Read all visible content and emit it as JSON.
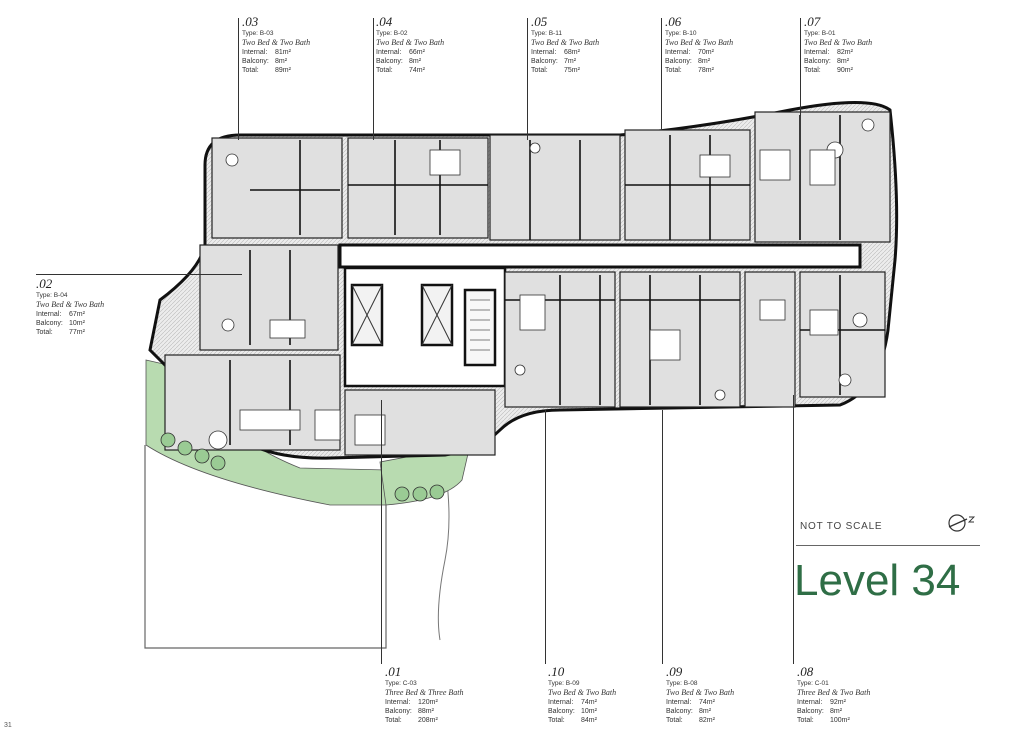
{
  "units": {
    "u03": {
      "num": ".03",
      "type": "Type: B-03",
      "desc": "Two Bed & Two Bath",
      "internal_label": "Internal:",
      "internal": "81m²",
      "balcony_label": "Balcony:",
      "balcony": "8m²",
      "total_label": "Total:",
      "total": "89m²"
    },
    "u04": {
      "num": ".04",
      "type": "Type: B-02",
      "desc": "Two Bed & Two Bath",
      "internal_label": "Internal:",
      "internal": "66m²",
      "balcony_label": "Balcony:",
      "balcony": "8m²",
      "total_label": "Total:",
      "total": "74m²"
    },
    "u05": {
      "num": ".05",
      "type": "Type: B-11",
      "desc": "Two Bed & Two Bath",
      "internal_label": "Internal:",
      "internal": "68m²",
      "balcony_label": "Balcony:",
      "balcony": "7m²",
      "total_label": "Total:",
      "total": "75m²"
    },
    "u06": {
      "num": ".06",
      "type": "Type: B-10",
      "desc": "Two Bed & Two Bath",
      "internal_label": "Internal:",
      "internal": "70m²",
      "balcony_label": "Balcony:",
      "balcony": "8m²",
      "total_label": "Total:",
      "total": "78m²"
    },
    "u07": {
      "num": ".07",
      "type": "Type: B-01",
      "desc": "Two Bed & Two Bath",
      "internal_label": "Internal:",
      "internal": "82m²",
      "balcony_label": "Balcony:",
      "balcony": "8m²",
      "total_label": "Total:",
      "total": "90m²"
    },
    "u02": {
      "num": ".02",
      "type": "Type: B-04",
      "desc": "Two Bed & Two Bath",
      "internal_label": "Internal:",
      "internal": "67m²",
      "balcony_label": "Balcony:",
      "balcony": "10m²",
      "total_label": "Total:",
      "total": "77m²"
    },
    "u01": {
      "num": ".01",
      "type": "Type: C-03",
      "desc": "Three Bed & Three Bath",
      "internal_label": "Internal:",
      "internal": "120m²",
      "balcony_label": "Balcony:",
      "balcony": "88m²",
      "total_label": "Total:",
      "total": "208m²"
    },
    "u10": {
      "num": ".10",
      "type": "Type: B-09",
      "desc": "Two Bed & Two Bath",
      "internal_label": "Internal:",
      "internal": "74m²",
      "balcony_label": "Balcony:",
      "balcony": "10m²",
      "total_label": "Total:",
      "total": "84m²"
    },
    "u09": {
      "num": ".09",
      "type": "Type: B-08",
      "desc": "Two Bed & Two Bath",
      "internal_label": "Internal:",
      "internal": "74m²",
      "balcony_label": "Balcony:",
      "balcony": "8m²",
      "total_label": "Total:",
      "total": "82m²"
    },
    "u08": {
      "num": ".08",
      "type": "Type: C-01",
      "desc": "Three Bed & Two Bath",
      "internal_label": "Internal:",
      "internal": "92m²",
      "balcony_label": "Balcony:",
      "balcony": "8m²",
      "total_label": "Total:",
      "total": "100m²"
    }
  },
  "not_to_scale": "NOT TO SCALE",
  "level_title": "Level 34",
  "page_number": "31",
  "colors": {
    "brand_green": "#2f6e46",
    "landscape_green": "#b8dbb0",
    "wall": "#111111",
    "unit_fill": "#e9e9e9"
  }
}
